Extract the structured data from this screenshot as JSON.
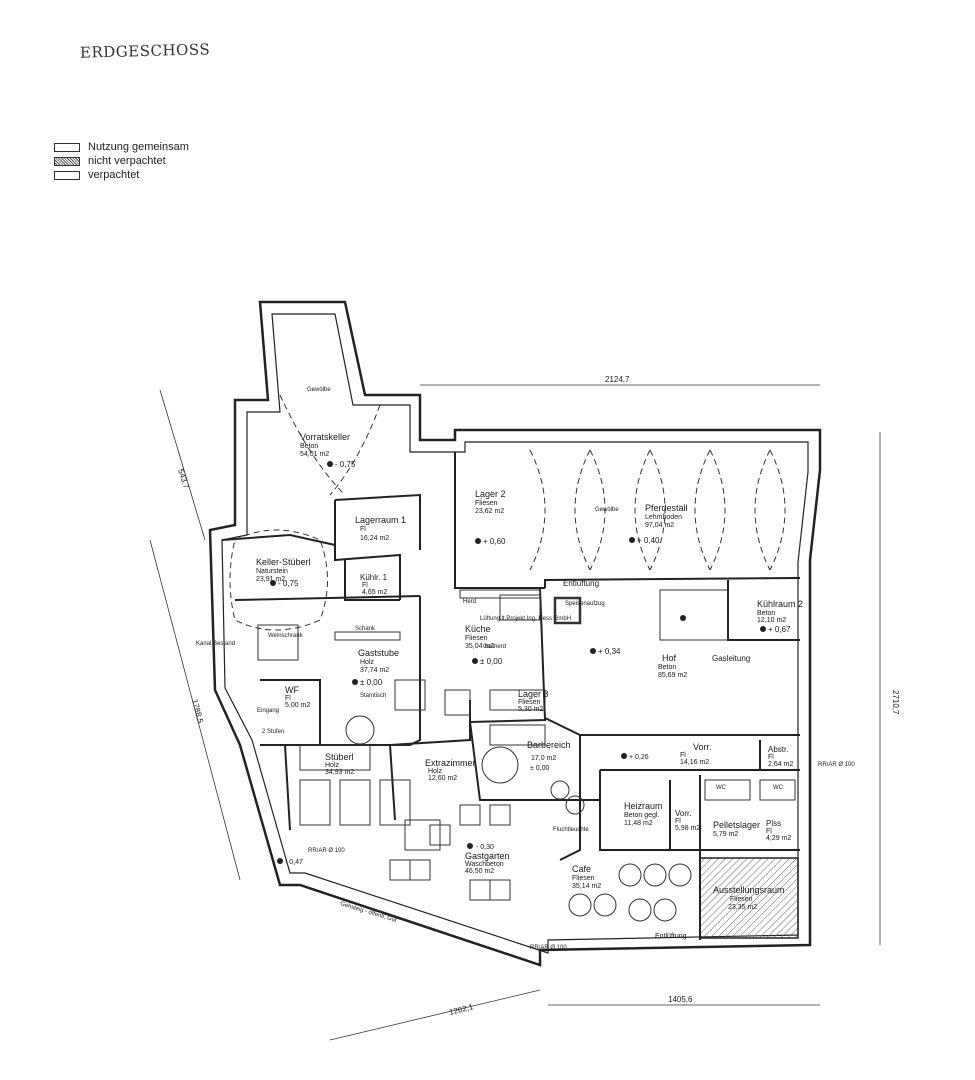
{
  "title": "ERDGESCHOSS",
  "legend": [
    {
      "label": "Nutzung gemeinsam",
      "pattern": "plain"
    },
    {
      "label": "nicht verpachtet",
      "pattern": "hatched"
    },
    {
      "label": "verpachtet",
      "pattern": "plain"
    }
  ],
  "dimensions": {
    "top": "2124,7",
    "left_upper": "543,7",
    "left_lower": "1788,5",
    "right": "2710,7",
    "bottom_left": "1262,1",
    "bottom_right": "1405,6"
  },
  "rooms": [
    {
      "id": "vorratskeller",
      "name": "Vorratskeller",
      "material": "Beton",
      "area": "54,01 m2",
      "level": "- 0,75"
    },
    {
      "id": "lagerraum1",
      "name": "Lagerraum 1",
      "material": "Fl",
      "area": "16,24 m2",
      "level": ""
    },
    {
      "id": "lager2",
      "name": "Lager 2",
      "material": "Fliesen",
      "area": "23,62 m2",
      "level": "+ 0,60"
    },
    {
      "id": "pferdestall",
      "name": "Pferdestall",
      "material": "Lehmboden",
      "area": "97,04 m2",
      "level": "+ 0,40"
    },
    {
      "id": "kellerstuberl",
      "name": "Keller-Stüberl",
      "material": "Naturstein",
      "area": "23,91 m2",
      "level": "- 0,75"
    },
    {
      "id": "kuehlr1",
      "name": "Kühlr. 1",
      "material": "Fl",
      "area": "4,65 m2",
      "level": ""
    },
    {
      "id": "kuehlraum2",
      "name": "Kühlraum 2",
      "material": "Beton",
      "area": "12,10 m2",
      "level": "+ 0,67"
    },
    {
      "id": "kueche",
      "name": "Küche",
      "material": "Fliesen",
      "area": "35,04 m2",
      "level": "± 0,00"
    },
    {
      "id": "gaststube",
      "name": "Gaststube",
      "material": "Holz",
      "area": "37,74 m2",
      "level": "± 0,00"
    },
    {
      "id": "hof",
      "name": "Hof",
      "material": "Beton",
      "area": "85,69 m2",
      "level": "+ 0,34"
    },
    {
      "id": "wf",
      "name": "WF",
      "material": "Fl",
      "area": "5,00 m2",
      "level": ""
    },
    {
      "id": "lager3",
      "name": "Lager 3",
      "material": "Fliesen",
      "area": "5,30 m2",
      "level": ""
    },
    {
      "id": "barbereich",
      "name": "Barbereich",
      "material": "",
      "area": "17,0 m2",
      "level": "± 0,00"
    },
    {
      "id": "stuberl",
      "name": "Stüberl",
      "material": "Holz",
      "area": "34,93 m2",
      "level": ""
    },
    {
      "id": "extrazimmer",
      "name": "Extrazimmer",
      "material": "Holz",
      "area": "12,60 m2",
      "level": ""
    },
    {
      "id": "vorr",
      "name": "Vorr.",
      "material": "Fl",
      "area": "14,16 m2",
      "level": ""
    },
    {
      "id": "abstr",
      "name": "Abstr.",
      "material": "Fl",
      "area": "2,64 m2",
      "level": ""
    },
    {
      "id": "heizraum",
      "name": "Heizraum",
      "material": "Beton gegl.",
      "area": "11,48 m2",
      "level": ""
    },
    {
      "id": "vorr2",
      "name": "Vorr.",
      "material": "Fl",
      "area": "5,98 m2",
      "level": ""
    },
    {
      "id": "pelletslager",
      "name": "Pelletslager",
      "material": "",
      "area": "5,79 m2",
      "level": ""
    },
    {
      "id": "piss",
      "name": "Piss",
      "material": "Fl",
      "area": "4,29 m2",
      "level": ""
    },
    {
      "id": "gastgarten",
      "name": "Gastgarten",
      "material": "Waschbeton",
      "area": "46,50 m2",
      "level": "- 0,30"
    },
    {
      "id": "cafe",
      "name": "Cafe",
      "material": "Fliesen",
      "area": "35,14 m2",
      "level": ""
    },
    {
      "id": "ausstellungsraum",
      "name": "Ausstellungsraum",
      "material": "Fliesen",
      "area": "23,35 m2",
      "level": ""
    }
  ],
  "labels": {
    "entlueftung": "Entlüftung",
    "gasleitung": "Gasleitung",
    "gewoelbe": "Gewölbe",
    "schank": "Schank",
    "herd": "Herd",
    "stammtisch": "Stamtisch",
    "eingang": "Eingang",
    "stufen": "2 Stufen",
    "kanal": "Kanal Bestand",
    "rr1": "RR/AR Ø 100",
    "rr2": "RR/AR Ø 100",
    "rr3": "RR/AR Ø 100",
    "gehsteig": "Gehsteig - öffentl. Gut",
    "level_extra": "- 0,47",
    "level_vorr": "+ 0,26",
    "speisenaufzug": "Speisenaufzug",
    "weinschrank": "Weinschrank",
    "lueftung": "Lüftung lt.Projekt Ing. Hess GmbH",
    "gasherd": "Gasherd",
    "fluchtleuchte": "Fluchtleuchte",
    "wc": "WC"
  }
}
